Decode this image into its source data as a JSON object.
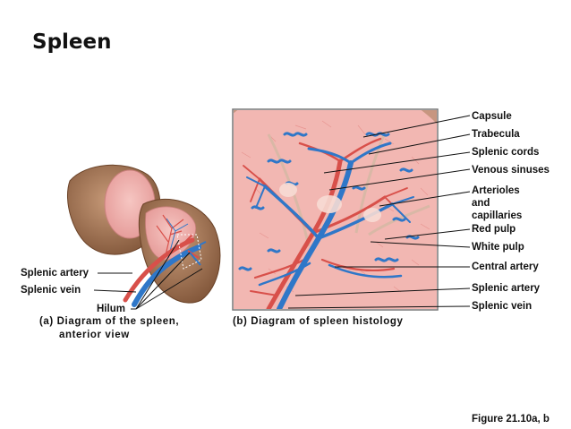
{
  "title": "Spleen",
  "left_labels": {
    "splenic_artery": "Splenic artery",
    "splenic_vein": "Splenic vein",
    "hilum": "Hilum"
  },
  "right_labels": {
    "capsule": "Capsule",
    "trabecula": "Trabecula",
    "splenic_cords": "Splenic cords",
    "venous_sinuses": "Venous sinuses",
    "arterioles_1": "Arterioles",
    "arterioles_2": "and",
    "arterioles_3": "capillaries",
    "red_pulp": "Red pulp",
    "white_pulp": "White pulp",
    "central_artery": "Central artery",
    "splenic_artery": "Splenic artery",
    "splenic_vein": "Splenic vein"
  },
  "captions": {
    "a_line1": "(a) Diagram of the spleen,",
    "a_line2": "anterior view",
    "b": "(b) Diagram of spleen histology"
  },
  "figure_ref": "Figure 21.10a, b",
  "colors": {
    "artery": "#d8504a",
    "vein": "#2f77c8",
    "spleen_tissue": "#a57a5a",
    "pulp": "#f2b7b2",
    "capsule": "#c79680"
  }
}
